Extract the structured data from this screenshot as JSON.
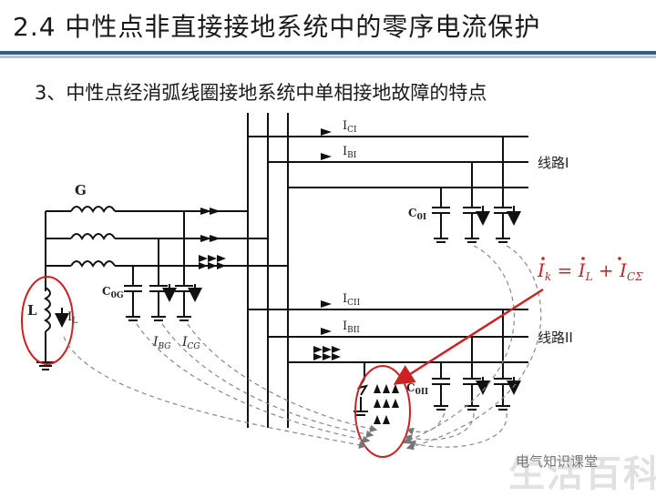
{
  "title": "2.4 中性点非直接接地系统中的零序电流保护",
  "subtitle": "3、中性点经消弧线圈接地系统中单相接地故障的特点",
  "labels": {
    "G": "G",
    "L": "L",
    "IL": "I",
    "IL_sub": "L",
    "C0G": "C",
    "C0G_sub": "0G",
    "C0I": "C",
    "C0I_sub": "0I",
    "C0II": "C",
    "C0II_sub": "0II",
    "ICI": "I",
    "ICI_sub": "CI",
    "IBI": "I",
    "IBI_sub": "BI",
    "ICII": "I",
    "ICII_sub": "CII",
    "IBII": "I",
    "IBII_sub": "BII",
    "IBG": "I",
    "IBG_sub": "BG",
    "ICG": "I",
    "ICG_sub": "CG",
    "line1": "线路I",
    "line2": "线路II"
  },
  "formula": {
    "lhs": "I",
    "lhs_sub": "k",
    "eq": " = ",
    "t1": "I",
    "t1_sub": "L",
    "plus": " + ",
    "t2": "I",
    "t2_sub": "CΣ"
  },
  "watermark": "生活百科",
  "watermark_sub": "电气知识课堂",
  "colors": {
    "title_rule": "#2f5f86",
    "wire": "#111111",
    "highlight": "#cc2222",
    "dashed": "#888888"
  }
}
